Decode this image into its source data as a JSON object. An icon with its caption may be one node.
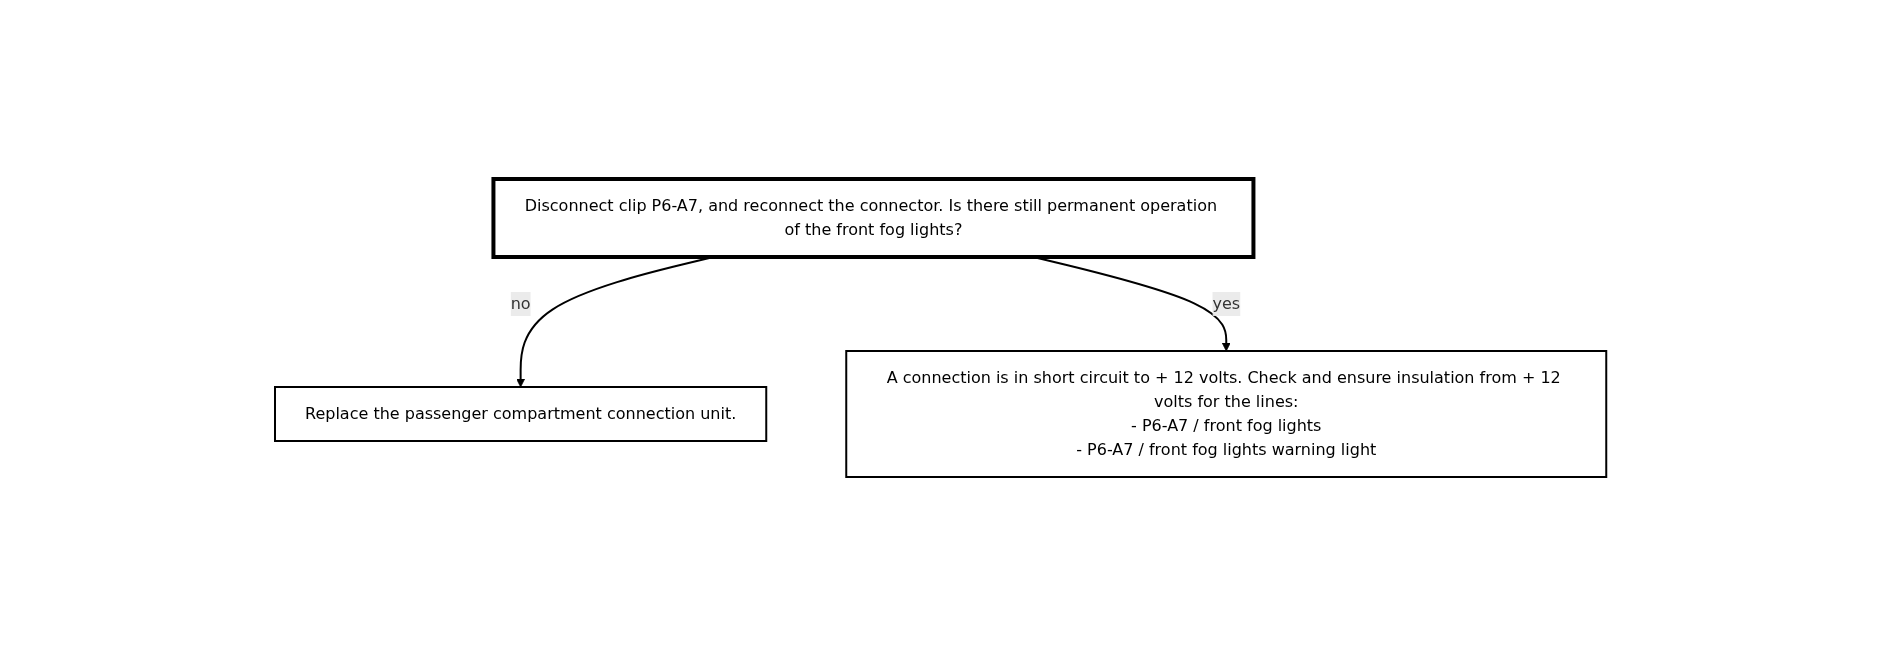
{
  "diagram": {
    "nodes": [
      {
        "text": [
          "Disconnect clip P6-A7, and reconnect the connector. Is there still permanent operation of the front fog lights?"
        ]
      },
      {
        "text": [
          "Replace the passenger compartment connection unit."
        ]
      },
      {
        "text": [
          "A connection is in short circuit to + 12 volts. Check and ensure insulation from + 12 volts for the lines:",
          "- P6-A7 / front fog lights",
          "- P6-A7 / front fog lights warning light"
        ]
      }
    ],
    "edges": [
      {
        "from": 0,
        "to": 1,
        "arrow": "to",
        "label": "no"
      },
      {
        "from": 0,
        "to": 2,
        "arrow": "to",
        "label": "yes"
      }
    ]
  }
}
